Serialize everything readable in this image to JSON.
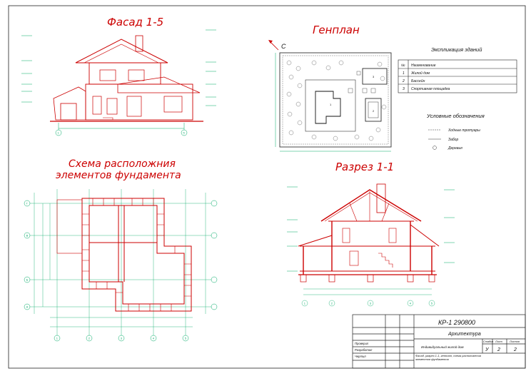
{
  "titles": {
    "facade": "Фасад 1-5",
    "genplan": "Генплан",
    "section": "Разрез 1-1",
    "foundation_line1": "Схема расположния",
    "foundation_line2": "элементов фундамента"
  },
  "genplan": {
    "north": "С",
    "building_labels": [
      "1",
      "2",
      "3"
    ]
  },
  "explication": {
    "title": "Экспликация зданий",
    "header_num": "№",
    "header_name": "Наименование",
    "rows": [
      {
        "num": "1",
        "name": "Жилой дом"
      },
      {
        "num": "2",
        "name": "Бассейн"
      },
      {
        "num": "3",
        "name": "Спортивная площадка"
      }
    ]
  },
  "legend": {
    "title": "Условные обозначения",
    "items": [
      "Ходные тротуары",
      "Забор",
      "Деревья"
    ]
  },
  "facade_axes": [
    "1",
    "5"
  ],
  "section_axes": [
    "1",
    "2",
    "3",
    "4",
    "5"
  ],
  "foundation_axes_bottom": [
    "1",
    "2",
    "3",
    "4",
    "5"
  ],
  "foundation_axes_side": [
    "A",
    "Б",
    "В",
    "Г"
  ],
  "stamp": {
    "code": "КР-1  290800",
    "section": "Архитектура",
    "object": "Индивидуальный жилой дом",
    "stage_label": "Стадия",
    "sheet_label": "Лист",
    "sheets_label": "Листов",
    "stage": "У",
    "sheet": "2",
    "sheets": "2",
    "contents": "Фасад, разрез 1-1, генплан, схема расположения элементов фундамента",
    "roles": [
      "Проверил",
      "Разработал",
      "Чертил"
    ]
  },
  "colors": {
    "drawing": "#cc0000",
    "annotation": "#00aa66",
    "stamp": "#111111"
  }
}
